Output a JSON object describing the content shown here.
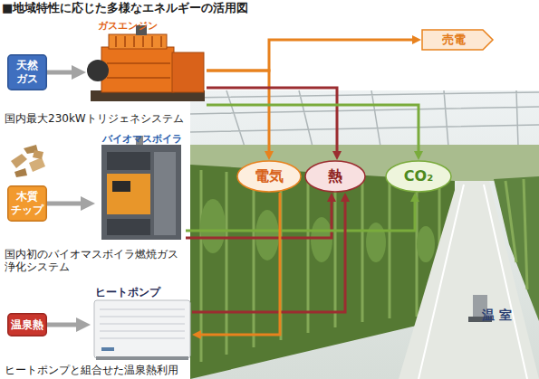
{
  "diagram": {
    "title": "■地域特性に応じた多様なエネルギーの活用図",
    "nodes": [
      {
        "text": [
          "天然ガス"
        ]
      },
      {
        "text": [
          "ガスエンジン",
          "国内最大230kWトリジェネシステム"
        ]
      },
      {
        "text": [
          "売電"
        ]
      },
      {
        "text": [
          "温 室"
        ]
      },
      {
        "text": [
          "電気"
        ],
        "in": 3
      },
      {
        "text": [
          "熱"
        ],
        "in": 3
      },
      {
        "text": [
          "CO₂"
        ],
        "in": 3
      },
      {
        "text": [
          "木質チップ"
        ]
      },
      {
        "text": [
          "バイオマスボイラ",
          "国内初のバイオマスボイラ燃焼ガス浄化システム"
        ]
      },
      {
        "text": [
          "温泉熱"
        ]
      },
      {
        "text": [
          "ヒートポンプ",
          "ヒートポンプと組合せた温泉熱利用"
        ]
      }
    ],
    "edges": [
      {
        "from": 0,
        "to": 1,
        "arrow": "to"
      },
      {
        "from": 1,
        "to": 2,
        "arrow": "to"
      },
      {
        "from": 1,
        "to": 4,
        "arrow": "to"
      },
      {
        "from": 1,
        "to": 5,
        "arrow": "to"
      },
      {
        "from": 1,
        "to": 6,
        "arrow": "to"
      },
      {
        "from": 7,
        "to": 8,
        "arrow": "to"
      },
      {
        "from": 8,
        "to": 5,
        "arrow": "to"
      },
      {
        "from": 8,
        "to": 6,
        "arrow": "to"
      },
      {
        "from": 9,
        "to": 10,
        "arrow": "to"
      },
      {
        "from": 10,
        "to": 5,
        "arrow": "to"
      },
      {
        "from": 4,
        "to": 10,
        "arrow": "to"
      }
    ]
  }
}
